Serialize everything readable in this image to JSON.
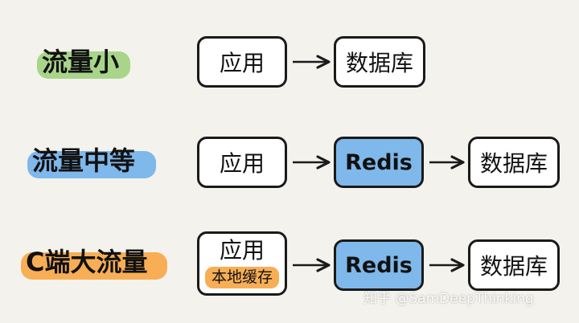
{
  "rows": [
    {
      "label": "流量小",
      "highlight": "#a8d58a",
      "nodes": [
        {
          "text": "应用",
          "kind": "plain"
        },
        {
          "text": "数据库",
          "kind": "plain"
        }
      ]
    },
    {
      "label": "流量中等",
      "highlight": "#7fb8ea",
      "nodes": [
        {
          "text": "应用",
          "kind": "plain"
        },
        {
          "text": "Redis",
          "kind": "redis"
        },
        {
          "text": "数据库",
          "kind": "plain"
        }
      ]
    },
    {
      "label": "C端大流量",
      "highlight": "#f7ae55",
      "nodes": [
        {
          "text": "应用",
          "kind": "app-local",
          "sub": "本地缓存"
        },
        {
          "text": "Redis",
          "kind": "redis"
        },
        {
          "text": "数据库",
          "kind": "plain"
        }
      ]
    }
  ],
  "colors": {
    "redis_fill": "#7fb8ea",
    "cache_pill": "#f7ae55",
    "stroke": "#1a1a1a"
  },
  "watermark": "知乎 @SamDeepThinking"
}
